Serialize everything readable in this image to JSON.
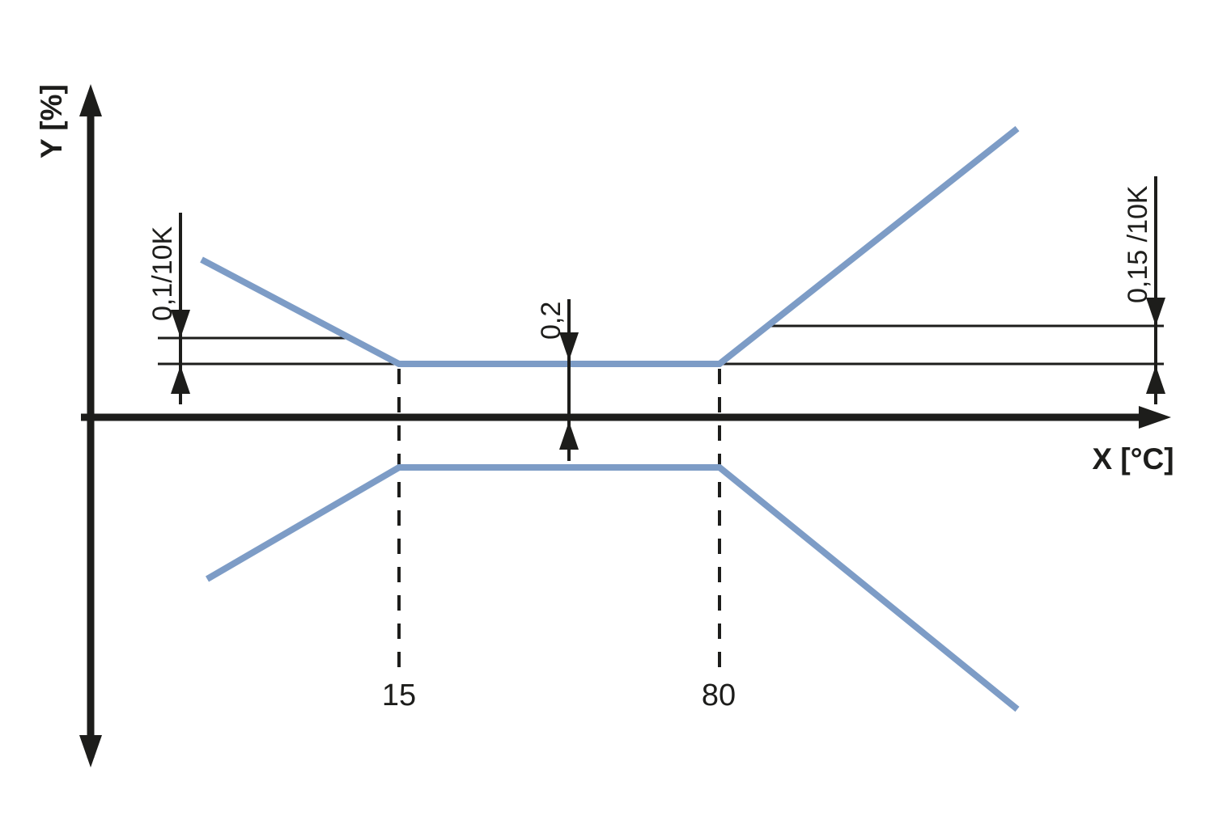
{
  "colors": {
    "ink": "#1d1d1b",
    "band": "#7d9cc6",
    "background": "#ffffff"
  },
  "axes": {
    "y_label": "Y [%]",
    "x_label": "X [°C]"
  },
  "x_ticks": {
    "lower": "15",
    "upper": "80"
  },
  "annotations": {
    "left_slope": "0,1/10K",
    "center_offset": "0,2",
    "right_slope": "0,15 /10K"
  },
  "chart_data": {
    "type": "line",
    "title": "",
    "xlabel": "X [°C]",
    "ylabel": "Y [%]",
    "x_tick_values": [
      15,
      80
    ],
    "xlim": [
      -50,
      150
    ],
    "ylim": [
      -1.3,
      1.3
    ],
    "grid": false,
    "legend": false,
    "series": [
      {
        "name": "upper_error_limit",
        "color": "#7d9cc6",
        "x": [
          -25,
          15,
          80,
          140
        ],
        "y": [
          0.6,
          0.2,
          0.2,
          1.1
        ]
      },
      {
        "name": "lower_error_limit",
        "color": "#7d9cc6",
        "x": [
          -25,
          15,
          80,
          140
        ],
        "y": [
          -0.6,
          -0.2,
          -0.2,
          -1.1
        ]
      }
    ],
    "dimension_annotations": [
      {
        "label": "0,1/10K",
        "applies_to": "slope left of x=15"
      },
      {
        "label": "0,2",
        "applies_to": "band offset between x=15 and x=80"
      },
      {
        "label": "0,15 /10K",
        "applies_to": "slope right of x=80"
      }
    ],
    "reference_lines": [
      {
        "orientation": "vertical-dashed",
        "x": 15
      },
      {
        "orientation": "vertical-dashed",
        "x": 80
      }
    ]
  }
}
